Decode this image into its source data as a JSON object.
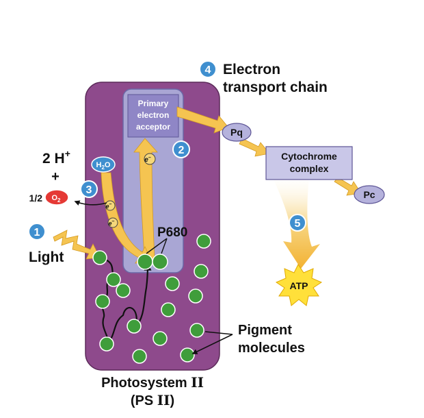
{
  "step_markers": [
    "1",
    "2",
    "3",
    "4",
    "5"
  ],
  "labels": {
    "etc_line1": "Electron",
    "etc_line2": "transport chain",
    "primary_line1": "Primary",
    "primary_line2": "electron",
    "primary_line3": "acceptor",
    "pq": "Pq",
    "cyto_line1": "Cytochrome",
    "cyto_line2": "complex",
    "pc": "Pc",
    "atp": "ATP",
    "p680": "P680",
    "light": "Light",
    "h_main": "2 H",
    "h_sup": "+",
    "plus": "+",
    "half": "1/2",
    "o2_main": "O",
    "o2_sub": "2",
    "h2o_h": "H",
    "h2o_sub": "2",
    "h2o_o": "O",
    "electron": "e",
    "electron_sup": "–",
    "pigment_line1": "Pigment",
    "pigment_line2": "molecules",
    "ps_line1_a": "Photosystem ",
    "ps_line1_b": "II",
    "ps_line2_a": "(PS ",
    "ps_line2_b": "II",
    "ps_line2_c": ")"
  },
  "colors": {
    "photosystem": "#8e4a8c",
    "reaction_center": "#a9a6d4",
    "acceptor_box": "#8f86c6",
    "cytochrome_box": "#c9c7e8",
    "carrier": "#b5b2dc",
    "pigment": "#3f9d3b",
    "arrow_yellow": "#f5c451",
    "step_marker": "#3f8fcf",
    "oxygen": "#e53935",
    "water": "#3f8fcf",
    "atp_star": "#ffe03a"
  }
}
